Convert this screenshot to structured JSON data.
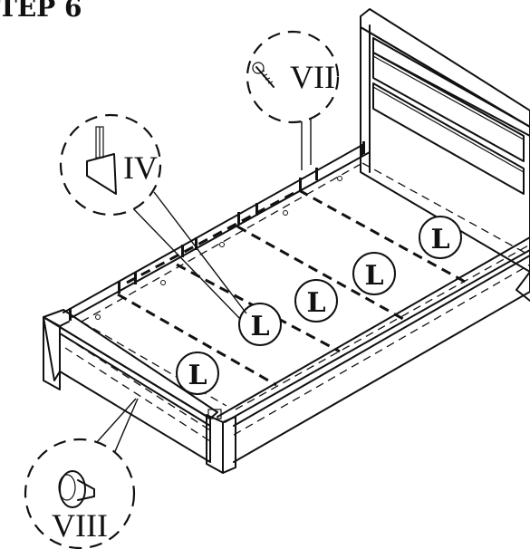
{
  "step": {
    "title": "TEP 6"
  },
  "callouts": {
    "screw": "VII",
    "bracket": "IV",
    "knob": "VIII"
  },
  "slat_label": "L"
}
